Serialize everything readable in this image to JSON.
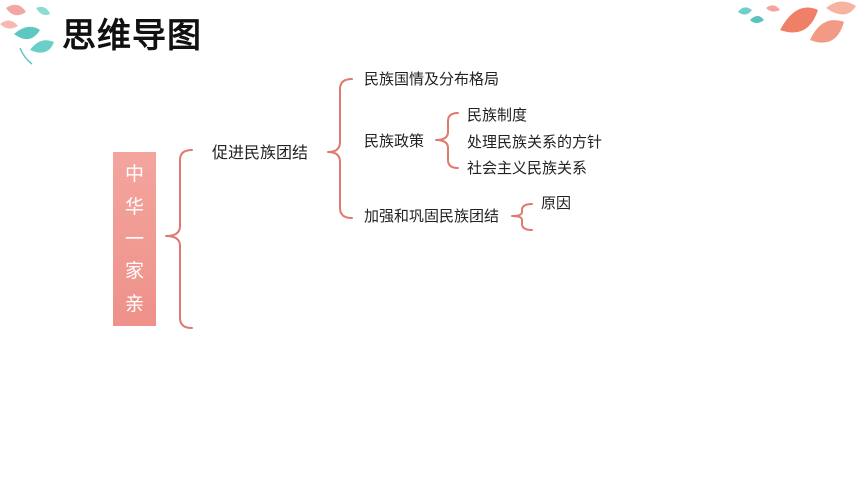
{
  "title": "思维导图",
  "root": [
    "中",
    "华",
    "一",
    "家",
    "亲"
  ],
  "level1": "促进民族团结",
  "level2": [
    "民族国情及分布格局",
    "民族政策",
    "加强和巩固民族团结"
  ],
  "policy_items": [
    "民族制度",
    "处理民族关系的方针",
    "社会主义民族关系"
  ],
  "unity_items": [
    "原因"
  ],
  "colors": {
    "bracket": "#e07a6e",
    "root_box": "#f19b93",
    "root_text": "#ffffff"
  }
}
